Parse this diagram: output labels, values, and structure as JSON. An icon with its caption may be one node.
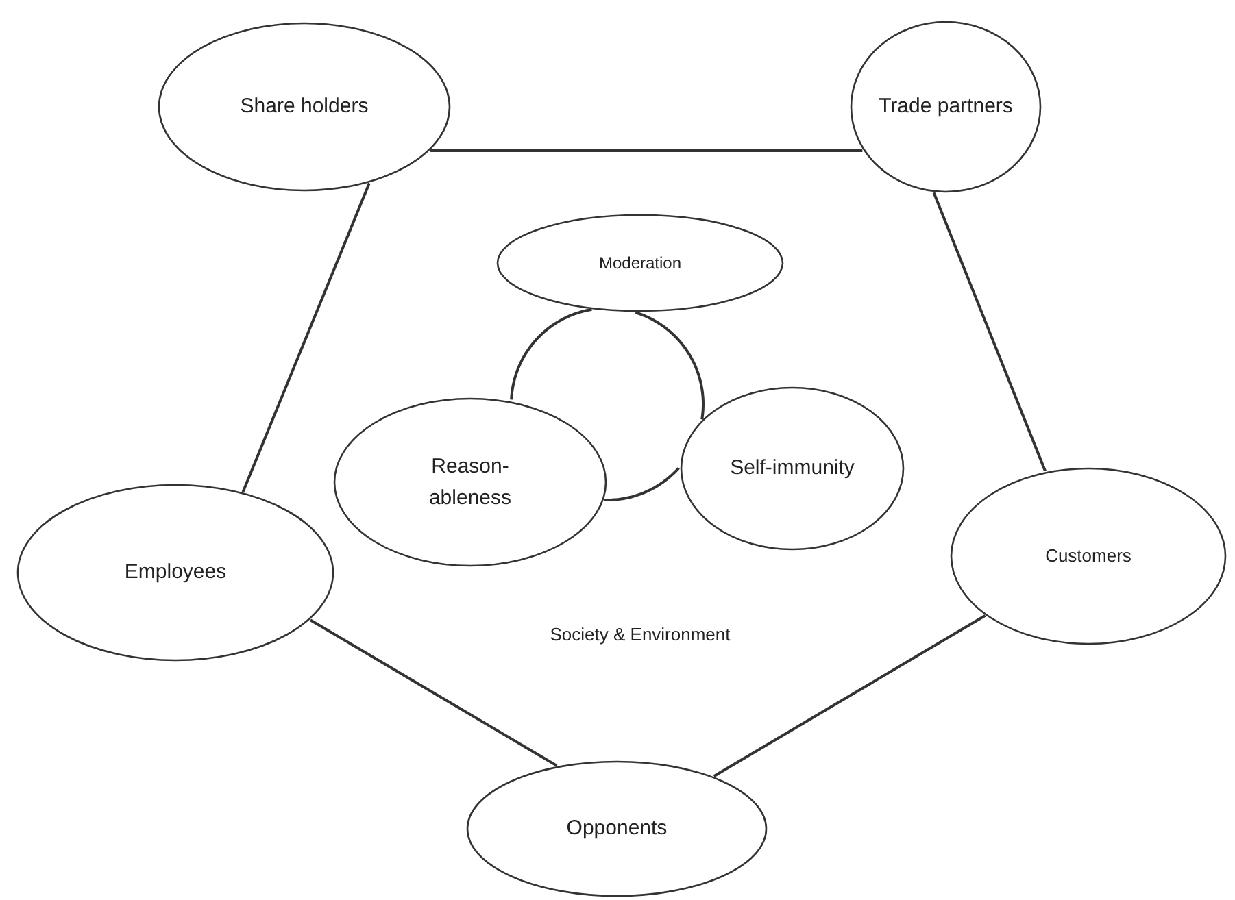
{
  "diagram": {
    "nodes": [
      {
        "text": [
          "Share holders"
        ]
      },
      {
        "text": [
          "Trade partners"
        ]
      },
      {
        "text": [
          "Moderation"
        ]
      },
      {
        "text": [
          "Reason-ableness"
        ]
      },
      {
        "text": [
          "Self-immunity"
        ]
      },
      {
        "text": [
          "Employees"
        ]
      },
      {
        "text": [
          "Customers"
        ]
      },
      {
        "text": [
          "Opponents"
        ]
      }
    ],
    "edges": [
      {
        "from": 0,
        "to": 1,
        "arrow": "none"
      },
      {
        "from": 0,
        "to": 5,
        "arrow": "none"
      },
      {
        "from": 1,
        "to": 6,
        "arrow": "none"
      },
      {
        "from": 5,
        "to": 7,
        "arrow": "none"
      },
      {
        "from": 6,
        "to": 7,
        "arrow": "none"
      },
      {
        "from": 2,
        "to": 3,
        "arrow": "none"
      },
      {
        "from": 2,
        "to": 4,
        "arrow": "none"
      },
      {
        "from": 3,
        "to": 4,
        "arrow": "none"
      }
    ],
    "labels": [
      "Society & Environment"
    ]
  }
}
